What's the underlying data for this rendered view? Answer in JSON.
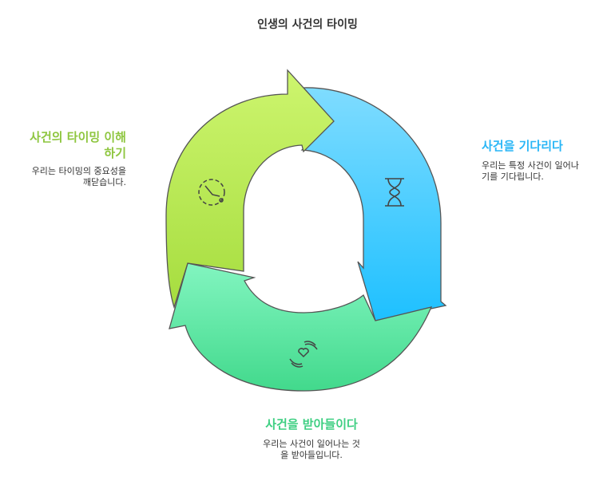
{
  "title": "인생의 사건의 타이밍",
  "steps": [
    {
      "heading_1": "사건의 타이밍 이해",
      "heading_2": "하기",
      "desc_1": "우리는 타이밍의 중요성을",
      "desc_2": "깨닫습니다.",
      "color": "#8ec63f",
      "icon": "clock-icon"
    },
    {
      "heading": "사건을 기다리다",
      "desc_1": "우리는 특정 사건이 일어나",
      "desc_2": "기를 기다립니다.",
      "color": "#29b6f6",
      "icon": "hourglass-icon"
    },
    {
      "heading": "사건을 받아들이다",
      "desc_1": "우리는 사건이 일어나는 것",
      "desc_2": "을 받아들입니다.",
      "color": "#3ecf82",
      "icon": "hands-heart-icon"
    }
  ]
}
